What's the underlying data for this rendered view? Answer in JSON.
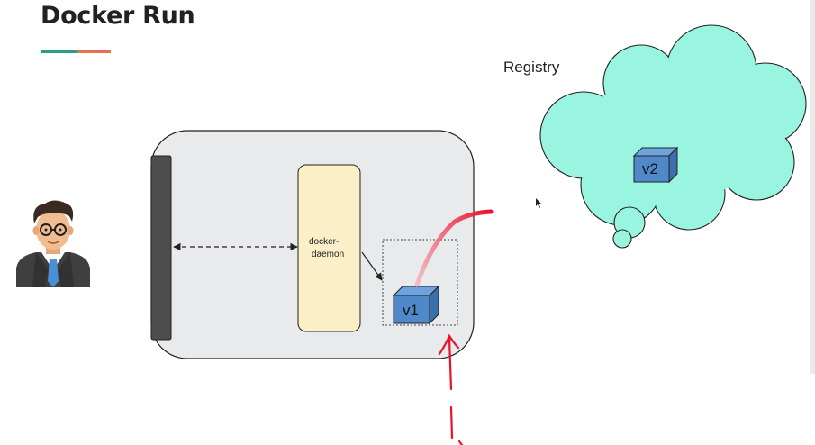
{
  "slide": {
    "title": "Docker Run",
    "underline_colors": [
      "#2a9d8f",
      "#e76f51"
    ]
  },
  "diagram": {
    "registry": {
      "label": "Registry",
      "fill": "#99f5e0",
      "image_label": "v2"
    },
    "host": {
      "fill": "#e8eaec"
    },
    "daemon": {
      "label_line1": "docker-",
      "label_line2": "daemon",
      "fill": "#fbefc8"
    },
    "container": {
      "image_label": "v1",
      "cube_color": "#4f89c9"
    },
    "annotations": {
      "ink_color": "#e8132b"
    }
  }
}
